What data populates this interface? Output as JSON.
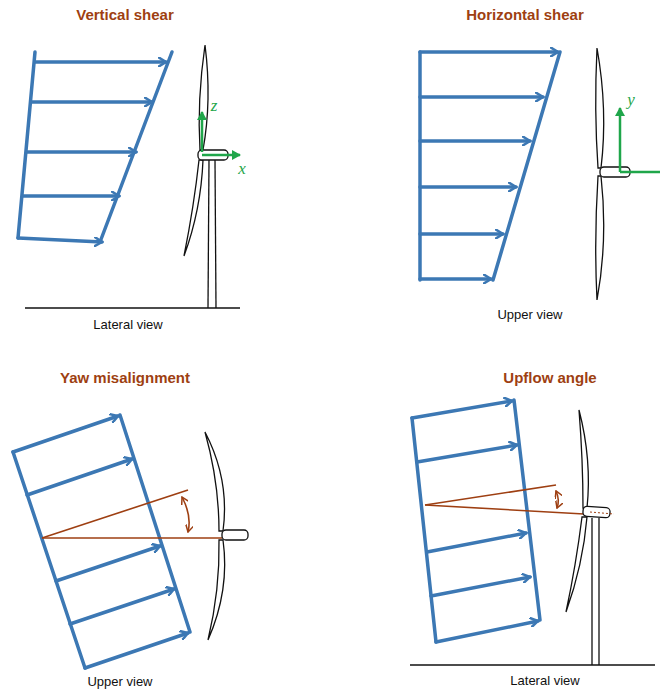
{
  "diagram": {
    "labels": [
      "Vertical shear",
      "Horizontal shear",
      "Yaw misalignment",
      "Upflow angle",
      "z",
      "x",
      "y",
      "Lateral view",
      "Upper view",
      "Upper view",
      "Lateral view"
    ]
  }
}
